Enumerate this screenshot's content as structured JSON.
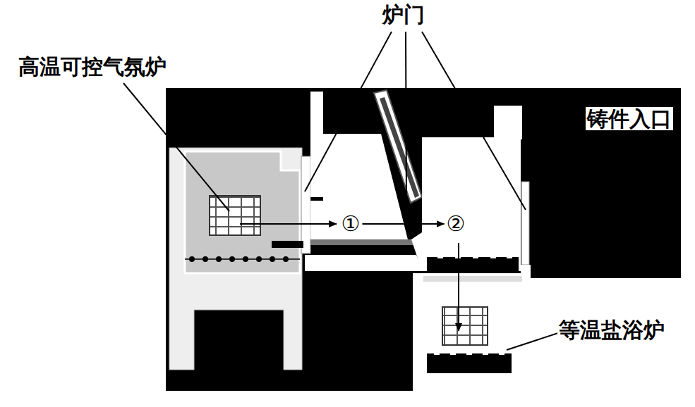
{
  "diagram": {
    "nodes": [
      {
        "text": [
          "①"
        ]
      },
      {
        "text": [
          "②"
        ]
      }
    ],
    "edges": [
      {
        "from": 0,
        "to": 1,
        "arrow": "to"
      }
    ],
    "labels": [
      "炉门",
      "高温可控气氛炉",
      "铸件入口",
      "等温盐浴炉"
    ]
  }
}
